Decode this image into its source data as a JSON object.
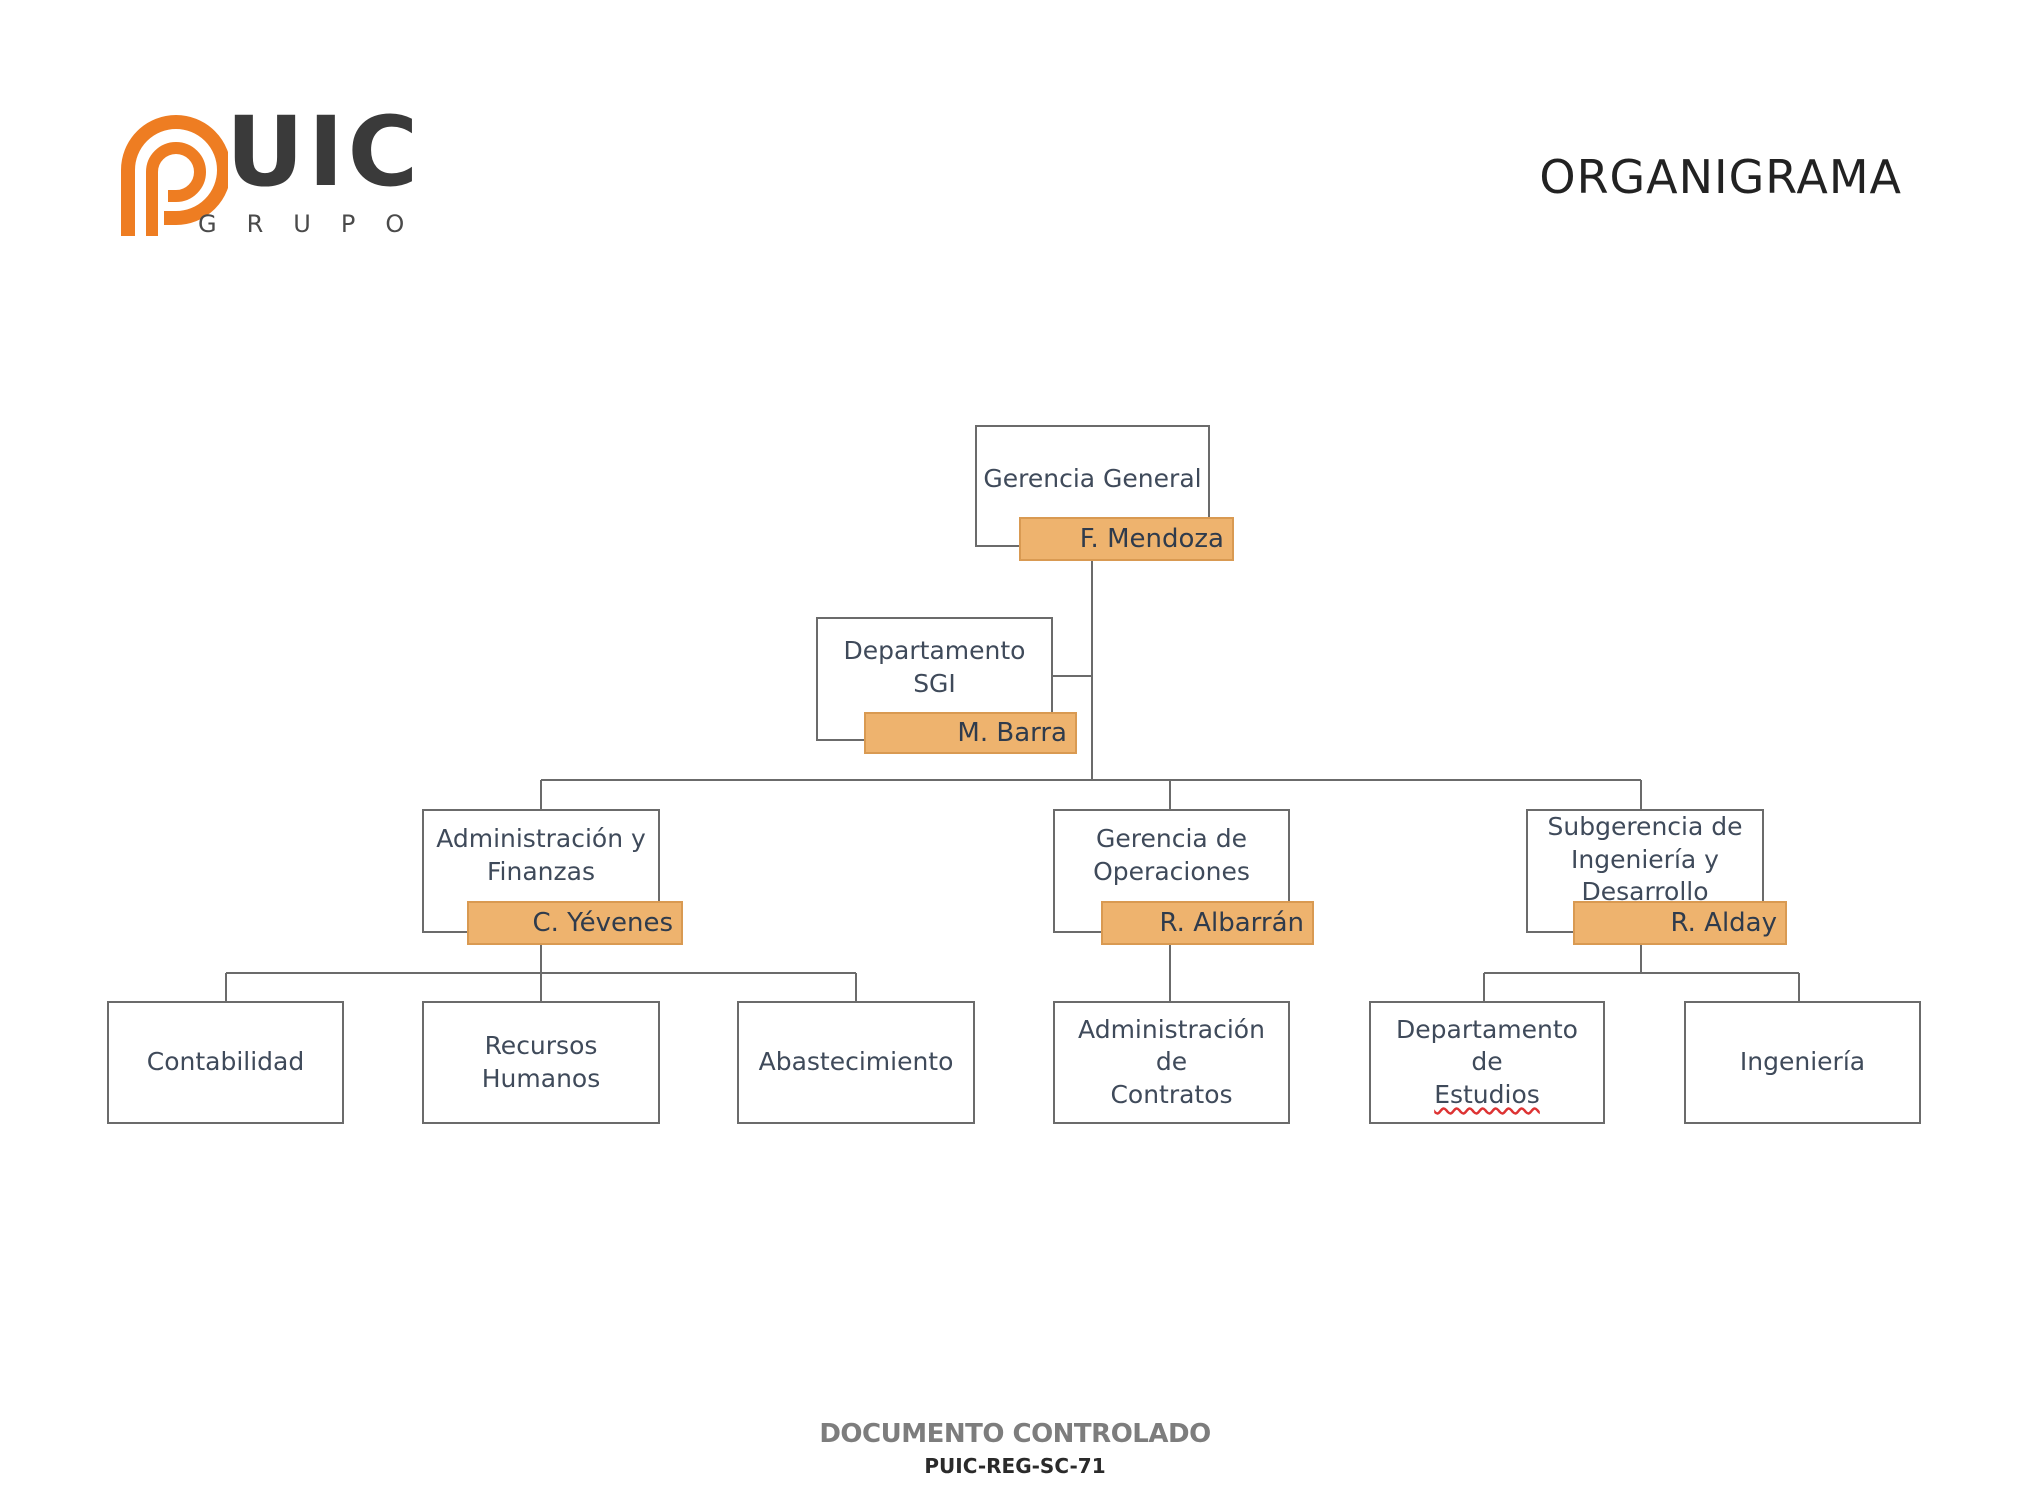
{
  "header": {
    "logo_word": "UIC",
    "logo_sub": "GRUPO",
    "logo_colors": {
      "accent": "#ee7d22",
      "dark": "#3a3a3a"
    },
    "title": "ORGANIGRAMA"
  },
  "org_chart": {
    "nodes": {
      "gerencia_general": {
        "title": "Gerencia General",
        "person": "F. Mendoza"
      },
      "departamento_sgi": {
        "title": "Departamento\nSGI",
        "person": "M. Barra"
      },
      "administracion_finanzas": {
        "title": "Administración y\nFinanzas",
        "person": "C. Yévenes"
      },
      "gerencia_operaciones": {
        "title": "Gerencia de\nOperaciones",
        "person": "R. Albarrán"
      },
      "subgerencia_ingenieria": {
        "title": "Subgerencia de\nIngeniería y\nDesarrollo",
        "person": "R. Alday"
      },
      "contabilidad": {
        "title": "Contabilidad"
      },
      "recursos_humanos": {
        "title": "Recursos\nHumanos"
      },
      "abastecimiento": {
        "title": "Abastecimiento"
      },
      "administracion_contratos": {
        "title": "Administración de\nContratos"
      },
      "departamento_estudios": {
        "title_line1": "Departamento de",
        "title_line2": "Estudios"
      },
      "ingenieria": {
        "title": "Ingeniería"
      }
    },
    "colors": {
      "name_tag": "#eeb36e",
      "line": "#6b6b6b",
      "text": "#3f4a5a"
    }
  },
  "footer": {
    "label": "DOCUMENTO CONTROLADO",
    "code": "PUIC-REG-SC-71"
  }
}
